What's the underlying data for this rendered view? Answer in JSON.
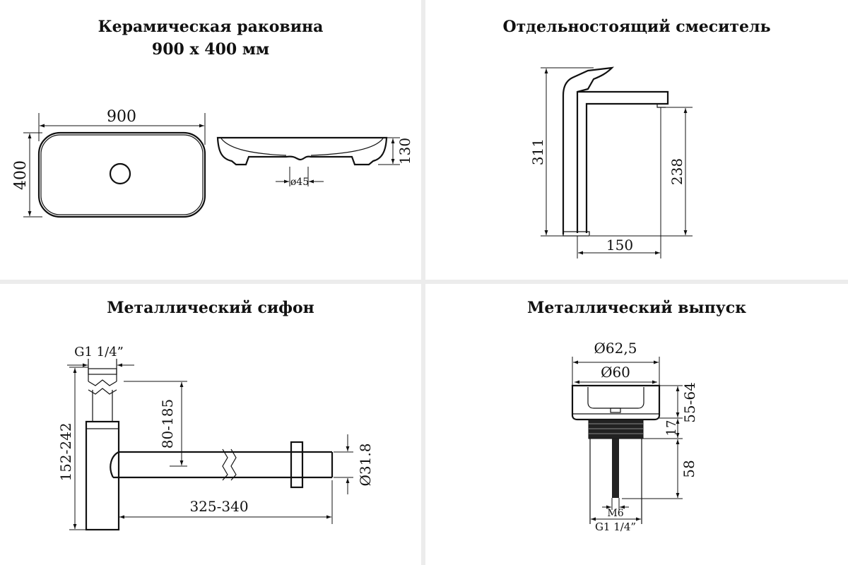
{
  "panels": {
    "sink": {
      "title_line1": "Керамическая раковина",
      "title_line2": "900 х 400 мм",
      "dims": {
        "width": "900",
        "depth": "400",
        "height": "130",
        "drain": "ø45"
      }
    },
    "faucet": {
      "title": "Отдельностоящий смеситель",
      "dims": {
        "total_height": "311",
        "spout_height": "238",
        "spout_reach": "150"
      }
    },
    "siphon": {
      "title": "Металлический сифон",
      "dims": {
        "thread": "G1 1/4”",
        "height_range": "152-242",
        "outlet_height": "80-185",
        "length": "325-340",
        "diameter": "Ø31.8"
      }
    },
    "drain": {
      "title": "Металлический выпуск",
      "dims": {
        "outer_d": "Ø62,5",
        "inner_d": "Ø60",
        "cap_height": "55-64",
        "thread_height": "17",
        "tail": "58",
        "bolt": "M6",
        "thread": "G1 1/4”"
      }
    }
  }
}
